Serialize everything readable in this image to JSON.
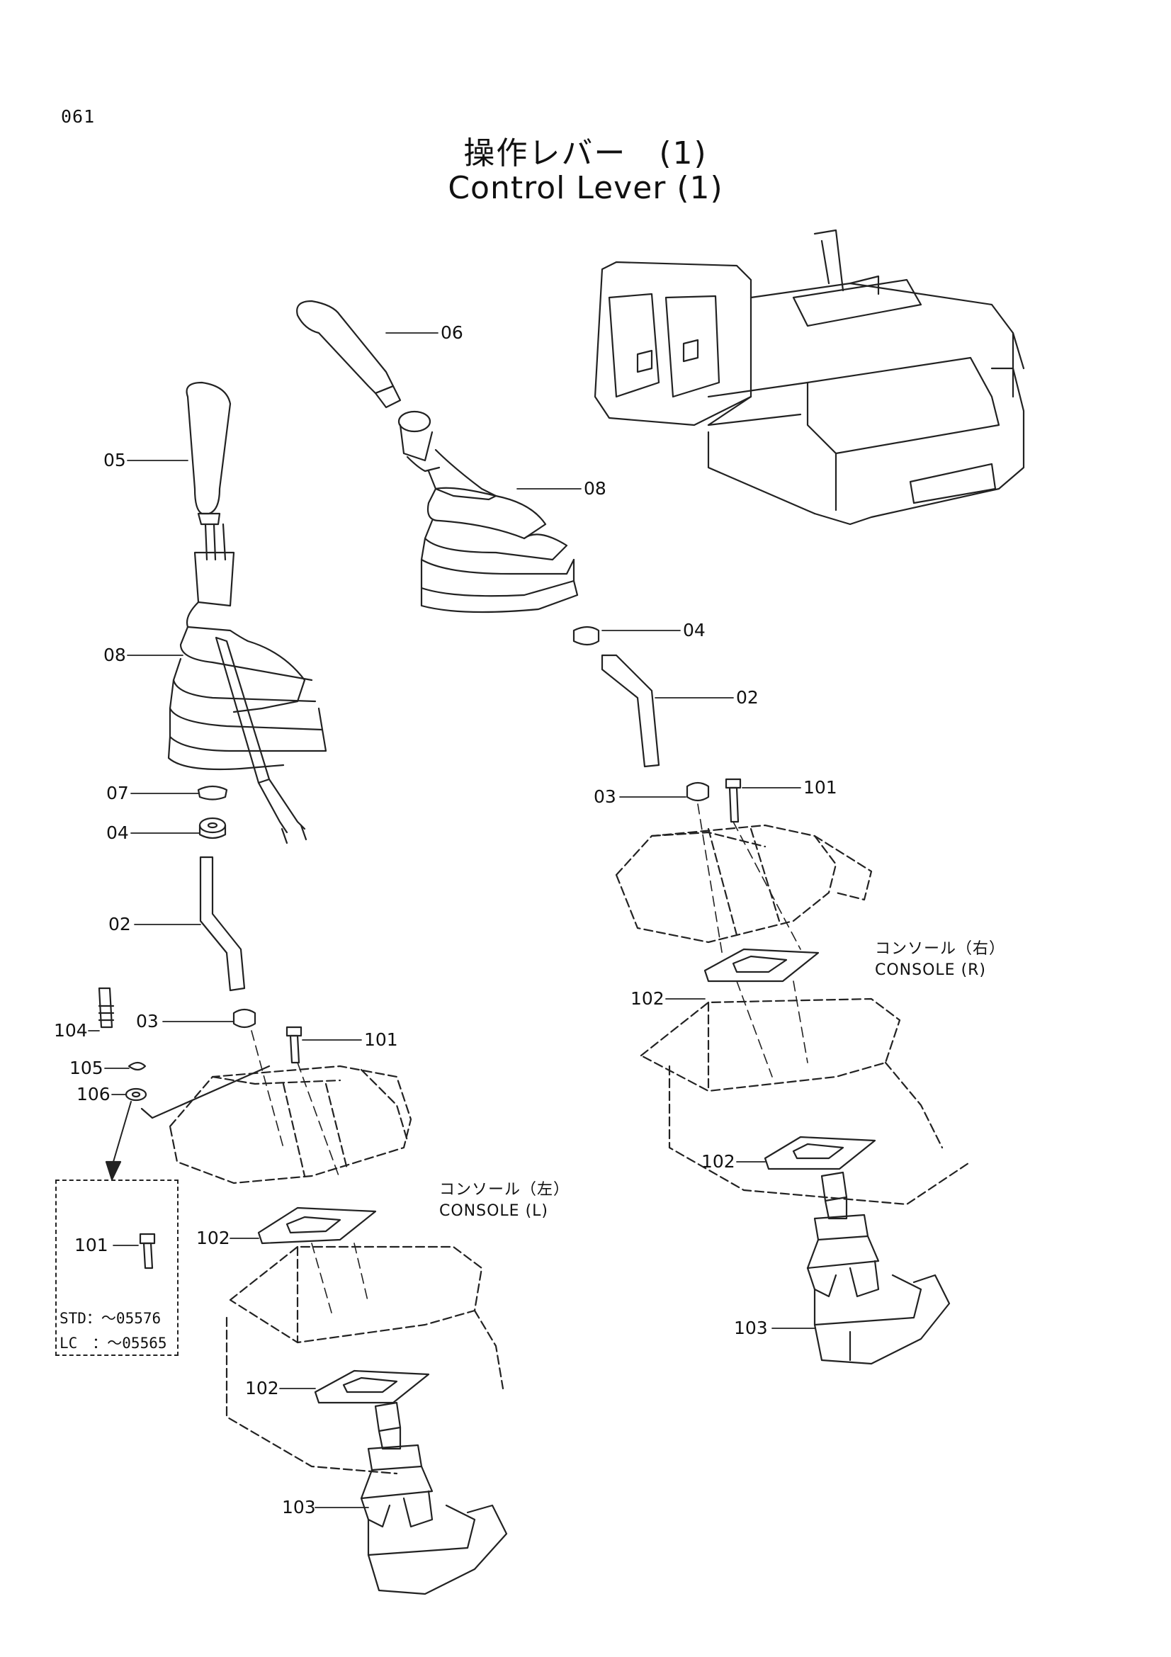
{
  "page_number": "061",
  "title_jp": "操作レバー　(1)",
  "title_en": "Control Lever (1)",
  "console_left": {
    "jp": "コンソール（左）",
    "en": "CONSOLE (L)"
  },
  "console_right": {
    "jp": "コンソール（右）",
    "en": "CONSOLE (R)"
  },
  "note": {
    "std": "STD：～05576",
    "lc": "LC　：～05565"
  },
  "parts": {
    "p06": "06",
    "p05": "05",
    "p08a": "08",
    "p08b": "08",
    "p04a": "04",
    "p04b": "04",
    "p02a": "02",
    "p02b": "02",
    "p07": "07",
    "p03a": "03",
    "p03b": "03",
    "p101a": "101",
    "p101b": "101",
    "p101c": "101",
    "p104": "104",
    "p105": "105",
    "p106": "106",
    "p102a": "102",
    "p102b": "102",
    "p102c": "102",
    "p102d": "102",
    "p103a": "103",
    "p103b": "103"
  }
}
